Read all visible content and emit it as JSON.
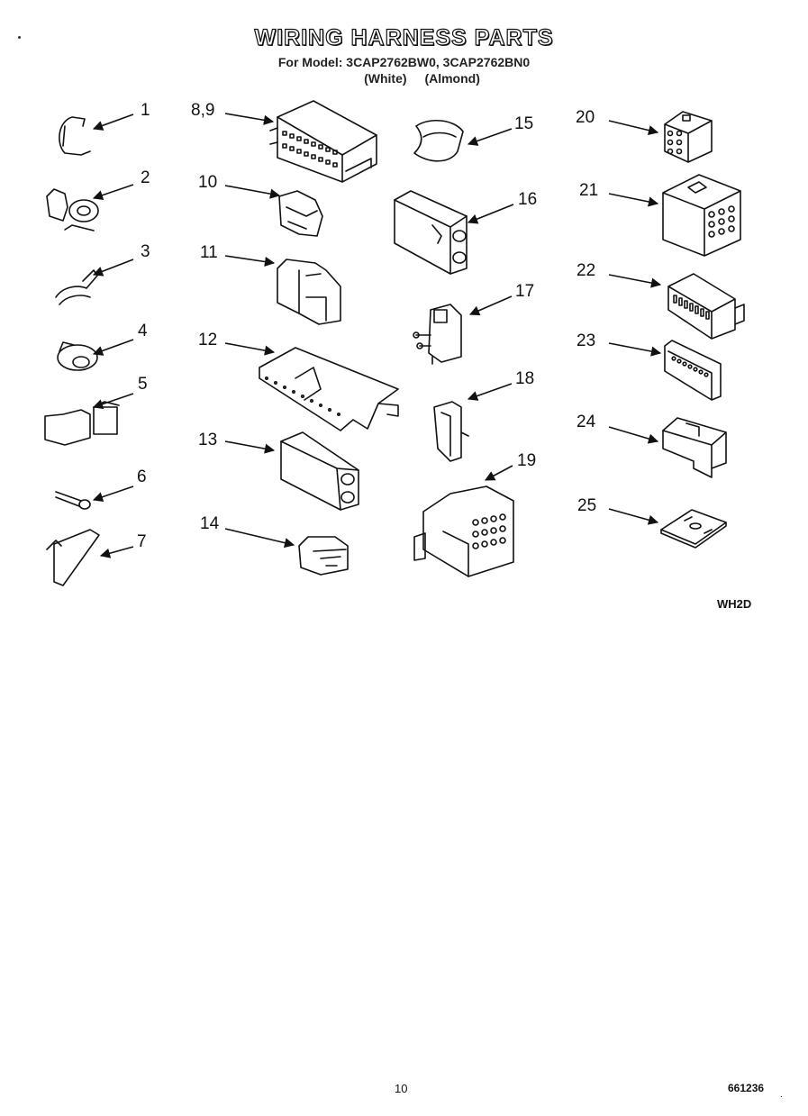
{
  "title": "WIRING HARNESS PARTS",
  "model_line": "For Model: 3CAP2762BW0, 3CAP2762BN0",
  "color_variants": [
    "(White)",
    "(Almond)"
  ],
  "parts": [
    {
      "label": "1",
      "shape": "clip"
    },
    {
      "label": "2",
      "shape": "clamp"
    },
    {
      "label": "3",
      "shape": "tie"
    },
    {
      "label": "4",
      "shape": "ring"
    },
    {
      "label": "5",
      "shape": "bracket"
    },
    {
      "label": "6",
      "shape": "pin"
    },
    {
      "label": "7",
      "shape": "strip"
    },
    {
      "label": "8,9",
      "shape": "multi-connector"
    },
    {
      "label": "10",
      "shape": "small-connector"
    },
    {
      "label": "11",
      "shape": "housing"
    },
    {
      "label": "12",
      "shape": "terminal-block"
    },
    {
      "label": "13",
      "shape": "plug"
    },
    {
      "label": "14",
      "shape": "mini-connector"
    },
    {
      "label": "15",
      "shape": "sleeve"
    },
    {
      "label": "16",
      "shape": "plug"
    },
    {
      "label": "17",
      "shape": "post-connector"
    },
    {
      "label": "18",
      "shape": "latch"
    },
    {
      "label": "19",
      "shape": "grid-connector"
    },
    {
      "label": "20",
      "shape": "cube-6"
    },
    {
      "label": "21",
      "shape": "cube-12"
    },
    {
      "label": "22",
      "shape": "rack-connector"
    },
    {
      "label": "23",
      "shape": "d-connector"
    },
    {
      "label": "24",
      "shape": "socket"
    },
    {
      "label": "25",
      "shape": "plate"
    }
  ],
  "diagram_code": "WH2D",
  "page_number": "10",
  "document_number": "661236",
  "trailing_mark": "."
}
